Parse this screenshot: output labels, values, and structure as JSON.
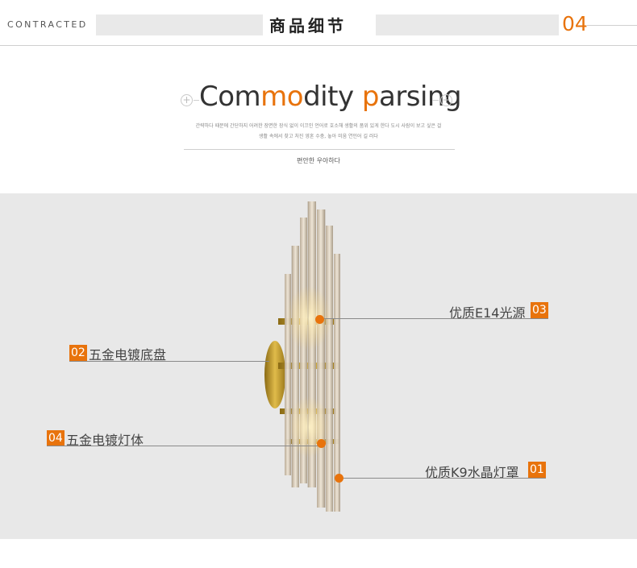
{
  "header": {
    "contracted": "CONTRACTED",
    "section_title": "商品细节",
    "section_number": "04"
  },
  "intro": {
    "heading_parts": [
      "Com",
      "mo",
      "dity ",
      "p",
      "arsing"
    ],
    "plus_symbol": "+",
    "description_line1": "간략하다 때문에 간단하지 어려한 장면한 장식 없이 이끄인 언어로 호소해 생활의 품위 있게 한다 도시 사람이 보고 싶은 걸",
    "description_line2": "생활 속에서 찾고 처진 영혼 수충, 놓아 미움 연인어 길 러다",
    "slogan": "편안한 우아하다"
  },
  "callouts": [
    {
      "id": "03",
      "label": "优质E14光源"
    },
    {
      "id": "02",
      "label": "五金电镀底盘"
    },
    {
      "id": "04",
      "label": "五金电镀灯体"
    },
    {
      "id": "01",
      "label": "优质K9水晶灯罩"
    }
  ],
  "colors": {
    "accent": "#e8730c",
    "panel_bg": "#e8e8e8",
    "gold": "#c9a227"
  }
}
